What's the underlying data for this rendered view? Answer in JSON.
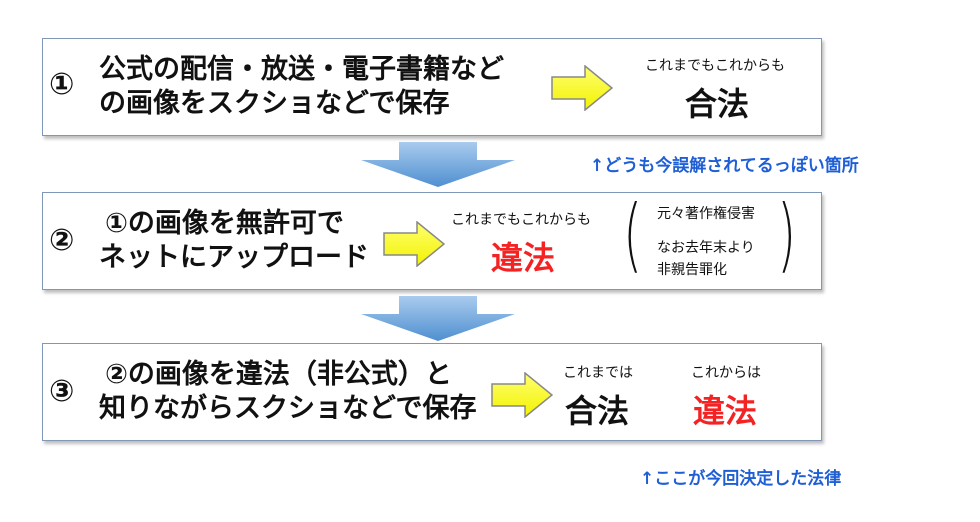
{
  "steps": [
    {
      "number": "①",
      "lines": [
        "公式の配信・放送・電子書籍など",
        "の画像をスクショなどで保存"
      ],
      "status_caption": "これまでもこれからも",
      "status": "合法"
    },
    {
      "number": "②",
      "lines": [
        "①の画像を無許可で",
        "ネットにアップロード"
      ],
      "status_caption": "これまでもこれからも",
      "status": "違法",
      "aside": [
        "元々著作権侵害",
        "なお去年末より",
        "非親告罪化"
      ]
    },
    {
      "number": "③",
      "lines": [
        "②の画像を違法（非公式）と",
        "知りながらスクショなどで保存"
      ],
      "before_caption": "これまでは",
      "before_status": "合法",
      "after_caption": "これからは",
      "after_status": "違法"
    }
  ],
  "notes": {
    "misunderstood": "↑どうも今誤解されてるっぽい箇所",
    "decided": "↑ここが今回決定した法律"
  },
  "colors": {
    "illegal": "#f42323",
    "note": "#1f5fd6",
    "arrow_yellow": "#ffff40",
    "arrow_blue": "#5b9bd5"
  }
}
